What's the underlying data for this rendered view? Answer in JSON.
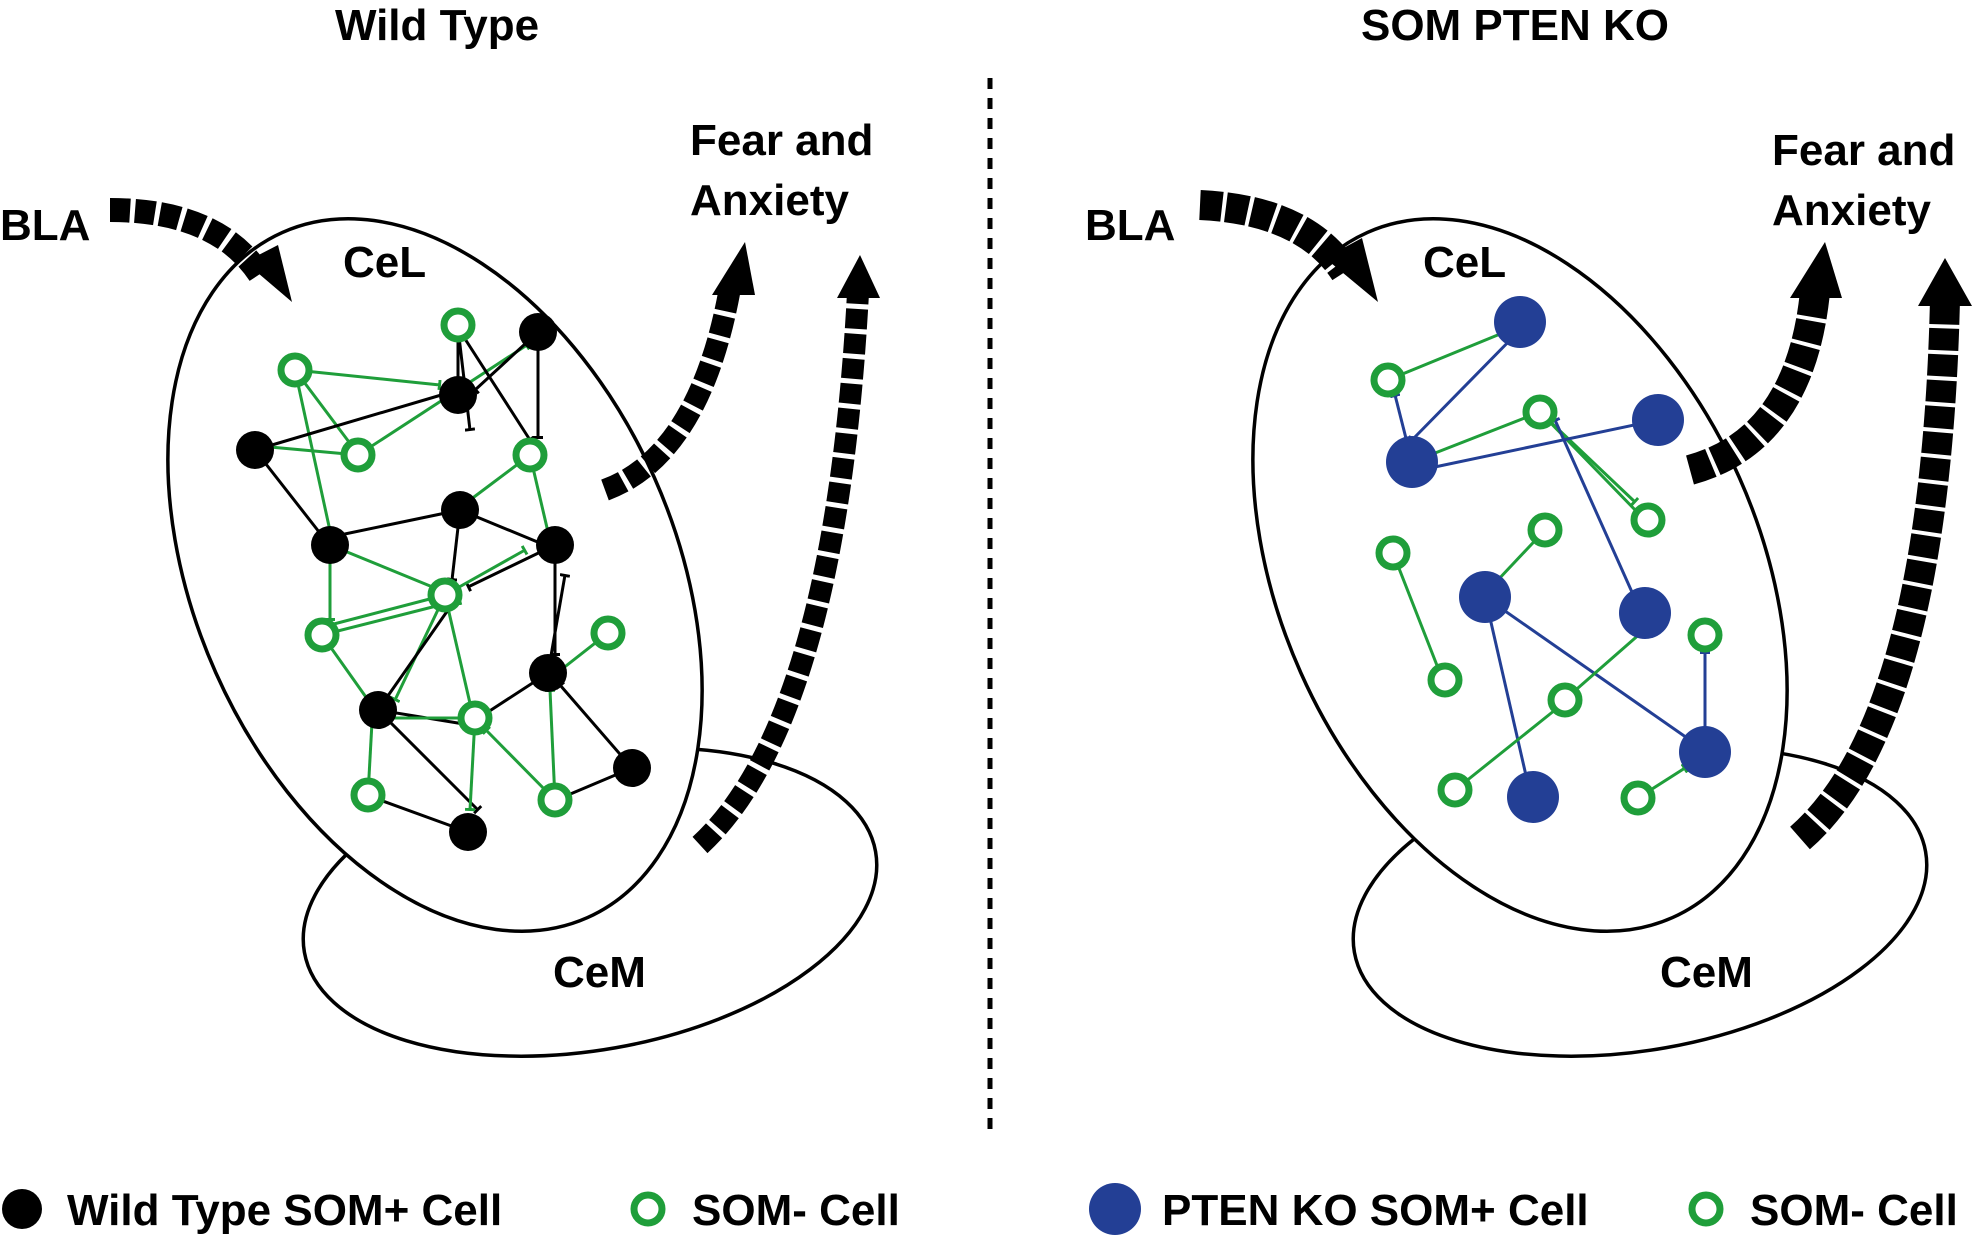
{
  "panels": {
    "left": {
      "title": "Wild Type",
      "input_label": "BLA",
      "region_upper": "CeL",
      "region_lower": "CeM",
      "output_line1": "Fear and",
      "output_line2": "Anxiety"
    },
    "right": {
      "title": "SOM PTEN KO",
      "input_label": "BLA",
      "region_upper": "CeL",
      "region_lower": "CeM",
      "output_line1": "Fear and",
      "output_line2": "Anxiety"
    }
  },
  "legend": {
    "left": {
      "filled_label": "Wild Type SOM+ Cell",
      "open_label": "SOM- Cell"
    },
    "right": {
      "filled_label": "PTEN KO SOM+ Cell",
      "open_label": "SOM- Cell"
    }
  },
  "colors": {
    "wild_type_som_pos": "#000000",
    "pten_ko_som_pos": "#233f95",
    "som_neg": "#1f9e3a",
    "outline": "#000000"
  }
}
